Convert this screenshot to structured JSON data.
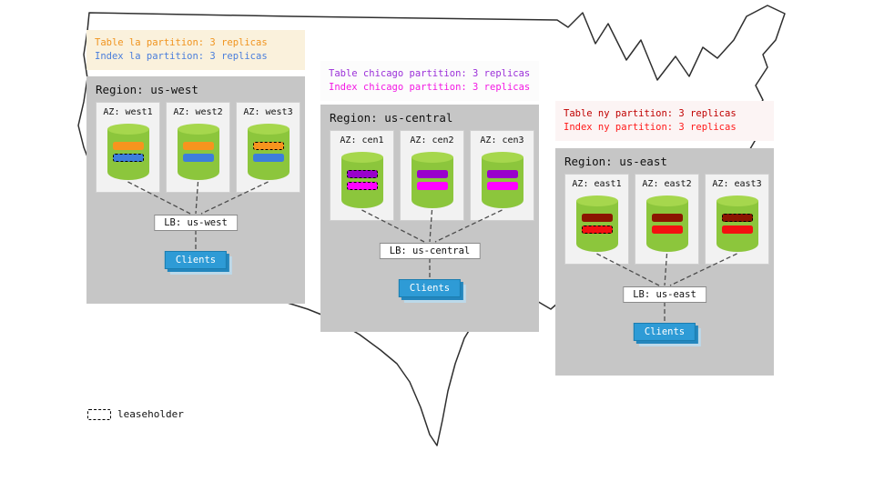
{
  "legend": {
    "label": "leaseholder"
  },
  "regions": [
    {
      "name": "us-west",
      "title": "Region: us-west",
      "annotation": {
        "bg": "#FAF1DC",
        "lines": [
          {
            "text": "Table la partition: 3 replicas",
            "color": "#F0941F"
          },
          {
            "text": "Index la partition: 3 replicas",
            "color": "#4A7EDC"
          }
        ]
      },
      "azs": [
        {
          "label": "AZ: west1",
          "bars": [
            {
              "kind": "table replica",
              "color": "#F7941E",
              "leaseholder": false
            },
            {
              "kind": "index replica",
              "color": "#3D7EDB",
              "leaseholder": true
            }
          ]
        },
        {
          "label": "AZ: west2",
          "bars": [
            {
              "kind": "table replica",
              "color": "#F7941E",
              "leaseholder": false
            },
            {
              "kind": "index replica",
              "color": "#3D7EDB",
              "leaseholder": false
            }
          ]
        },
        {
          "label": "AZ: west3",
          "bars": [
            {
              "kind": "table replica",
              "color": "#F7941E",
              "leaseholder": true
            },
            {
              "kind": "index replica",
              "color": "#3D7EDB",
              "leaseholder": false
            }
          ]
        }
      ],
      "lb_label": "LB: us-west",
      "clients_label": "Clients"
    },
    {
      "name": "us-central",
      "title": "Region: us-central",
      "annotation": {
        "bg": "#FCFCFC",
        "lines": [
          {
            "text": "Table chicago partition: 3 replicas",
            "color": "#9B30D9"
          },
          {
            "text": "Index chicago partition: 3 replicas",
            "color": "#F318E3"
          }
        ]
      },
      "azs": [
        {
          "label": "AZ: cen1",
          "bars": [
            {
              "kind": "table replica",
              "color": "#9900CC",
              "leaseholder": true
            },
            {
              "kind": "index replica",
              "color": "#FF00FF",
              "leaseholder": true
            }
          ]
        },
        {
          "label": "AZ: cen2",
          "bars": [
            {
              "kind": "table replica",
              "color": "#9900CC",
              "leaseholder": false
            },
            {
              "kind": "index replica",
              "color": "#FF00FF",
              "leaseholder": false
            }
          ]
        },
        {
          "label": "AZ: cen3",
          "bars": [
            {
              "kind": "table replica",
              "color": "#9900CC",
              "leaseholder": false
            },
            {
              "kind": "index replica",
              "color": "#FF00FF",
              "leaseholder": false
            }
          ]
        }
      ],
      "lb_label": "LB: us-central",
      "clients_label": "Clients"
    },
    {
      "name": "us-east",
      "title": "Region: us-east",
      "annotation": {
        "bg": "#FCF4F4",
        "lines": [
          {
            "text": "Table ny partition: 3 replicas",
            "color": "#C00000"
          },
          {
            "text": "Index ny partition: 3 replicas",
            "color": "#FF1A1A"
          }
        ]
      },
      "azs": [
        {
          "label": "AZ: east1",
          "bars": [
            {
              "kind": "table replica",
              "color": "#8B1500",
              "leaseholder": false
            },
            {
              "kind": "index replica",
              "color": "#F31111",
              "leaseholder": true
            }
          ]
        },
        {
          "label": "AZ: east2",
          "bars": [
            {
              "kind": "table replica",
              "color": "#8B1500",
              "leaseholder": false
            },
            {
              "kind": "index replica",
              "color": "#F31111",
              "leaseholder": false
            }
          ]
        },
        {
          "label": "AZ: east3",
          "bars": [
            {
              "kind": "table replica",
              "color": "#8B1500",
              "leaseholder": true
            },
            {
              "kind": "index replica",
              "color": "#F31111",
              "leaseholder": false
            }
          ]
        }
      ],
      "lb_label": "LB: us-east",
      "clients_label": "Clients"
    }
  ]
}
